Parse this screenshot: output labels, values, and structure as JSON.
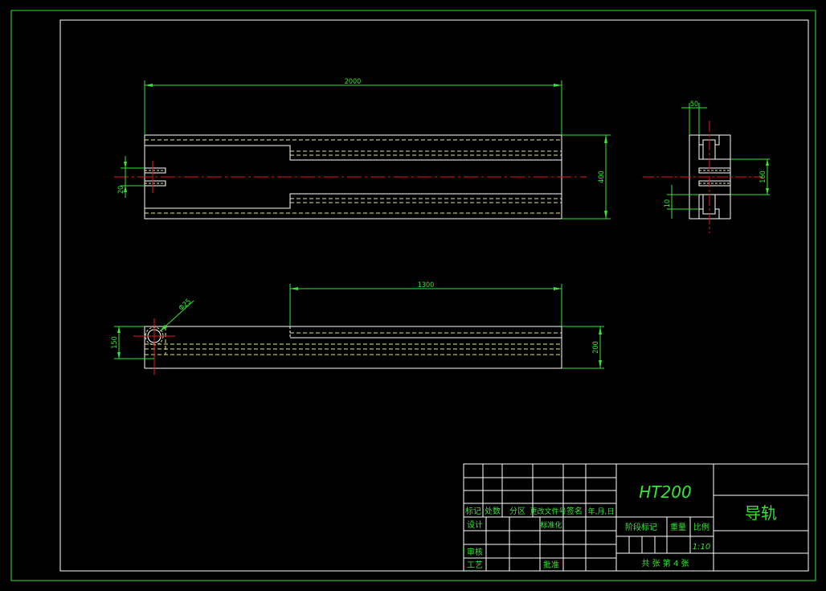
{
  "drawing": {
    "dimensions": {
      "total_length": "2000",
      "height_front": "400",
      "slot_width": "20",
      "side_top_width": "50",
      "side_height": "160",
      "side_slot": "10",
      "slot_length": "1300",
      "hole_diameter": "Φ25",
      "left_offset": "150",
      "height_bottom": "200"
    },
    "colors": {
      "background": "#000000",
      "outline": "#ffffff",
      "dimension": "#33e633",
      "centerline": "#e61919",
      "hidden": "#e6e68c"
    }
  },
  "title_block": {
    "material": "HT200",
    "part_name": "导轨",
    "scale": "1:10",
    "header": {
      "mark": "标记",
      "count": "处数",
      "zone": "分区",
      "change_doc": "更改文件号",
      "signature": "签名",
      "date": "年,月,日"
    },
    "rows": {
      "design": "设计",
      "standardize": "标准化",
      "review": "审核",
      "process": "工艺",
      "approve": "批准"
    },
    "stage_mark": "阶段标记",
    "weight": "重量",
    "ratio_label": "比例",
    "sheets": "共  张  第 4 张"
  }
}
